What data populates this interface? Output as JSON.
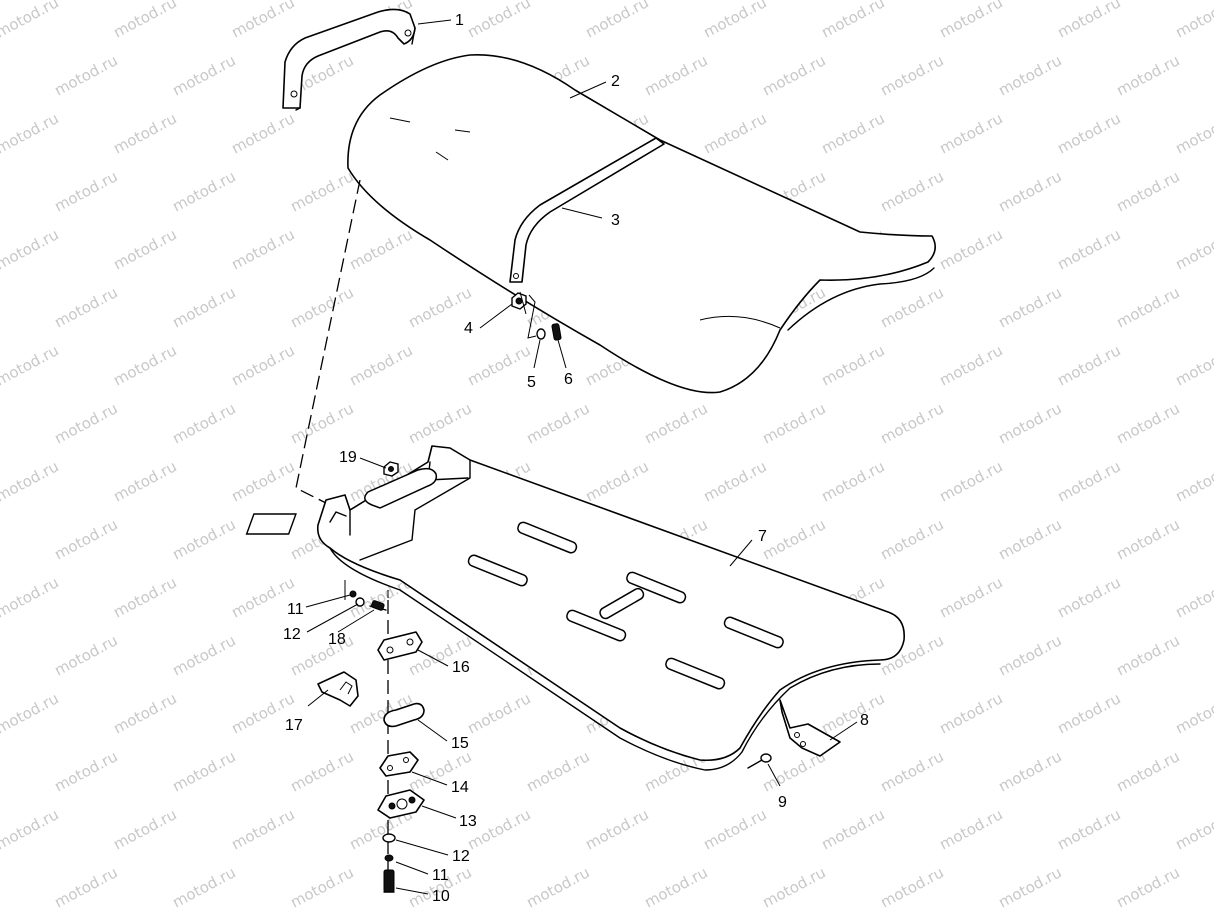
{
  "watermark": {
    "text": "motod.ru",
    "color": "#c8c8c8"
  },
  "callouts": [
    "1",
    "2",
    "3",
    "4",
    "5",
    "6",
    "7",
    "8",
    "9",
    "10",
    "11",
    "12",
    "11",
    "12",
    "13",
    "14",
    "15",
    "16",
    "17",
    "18",
    "19"
  ]
}
